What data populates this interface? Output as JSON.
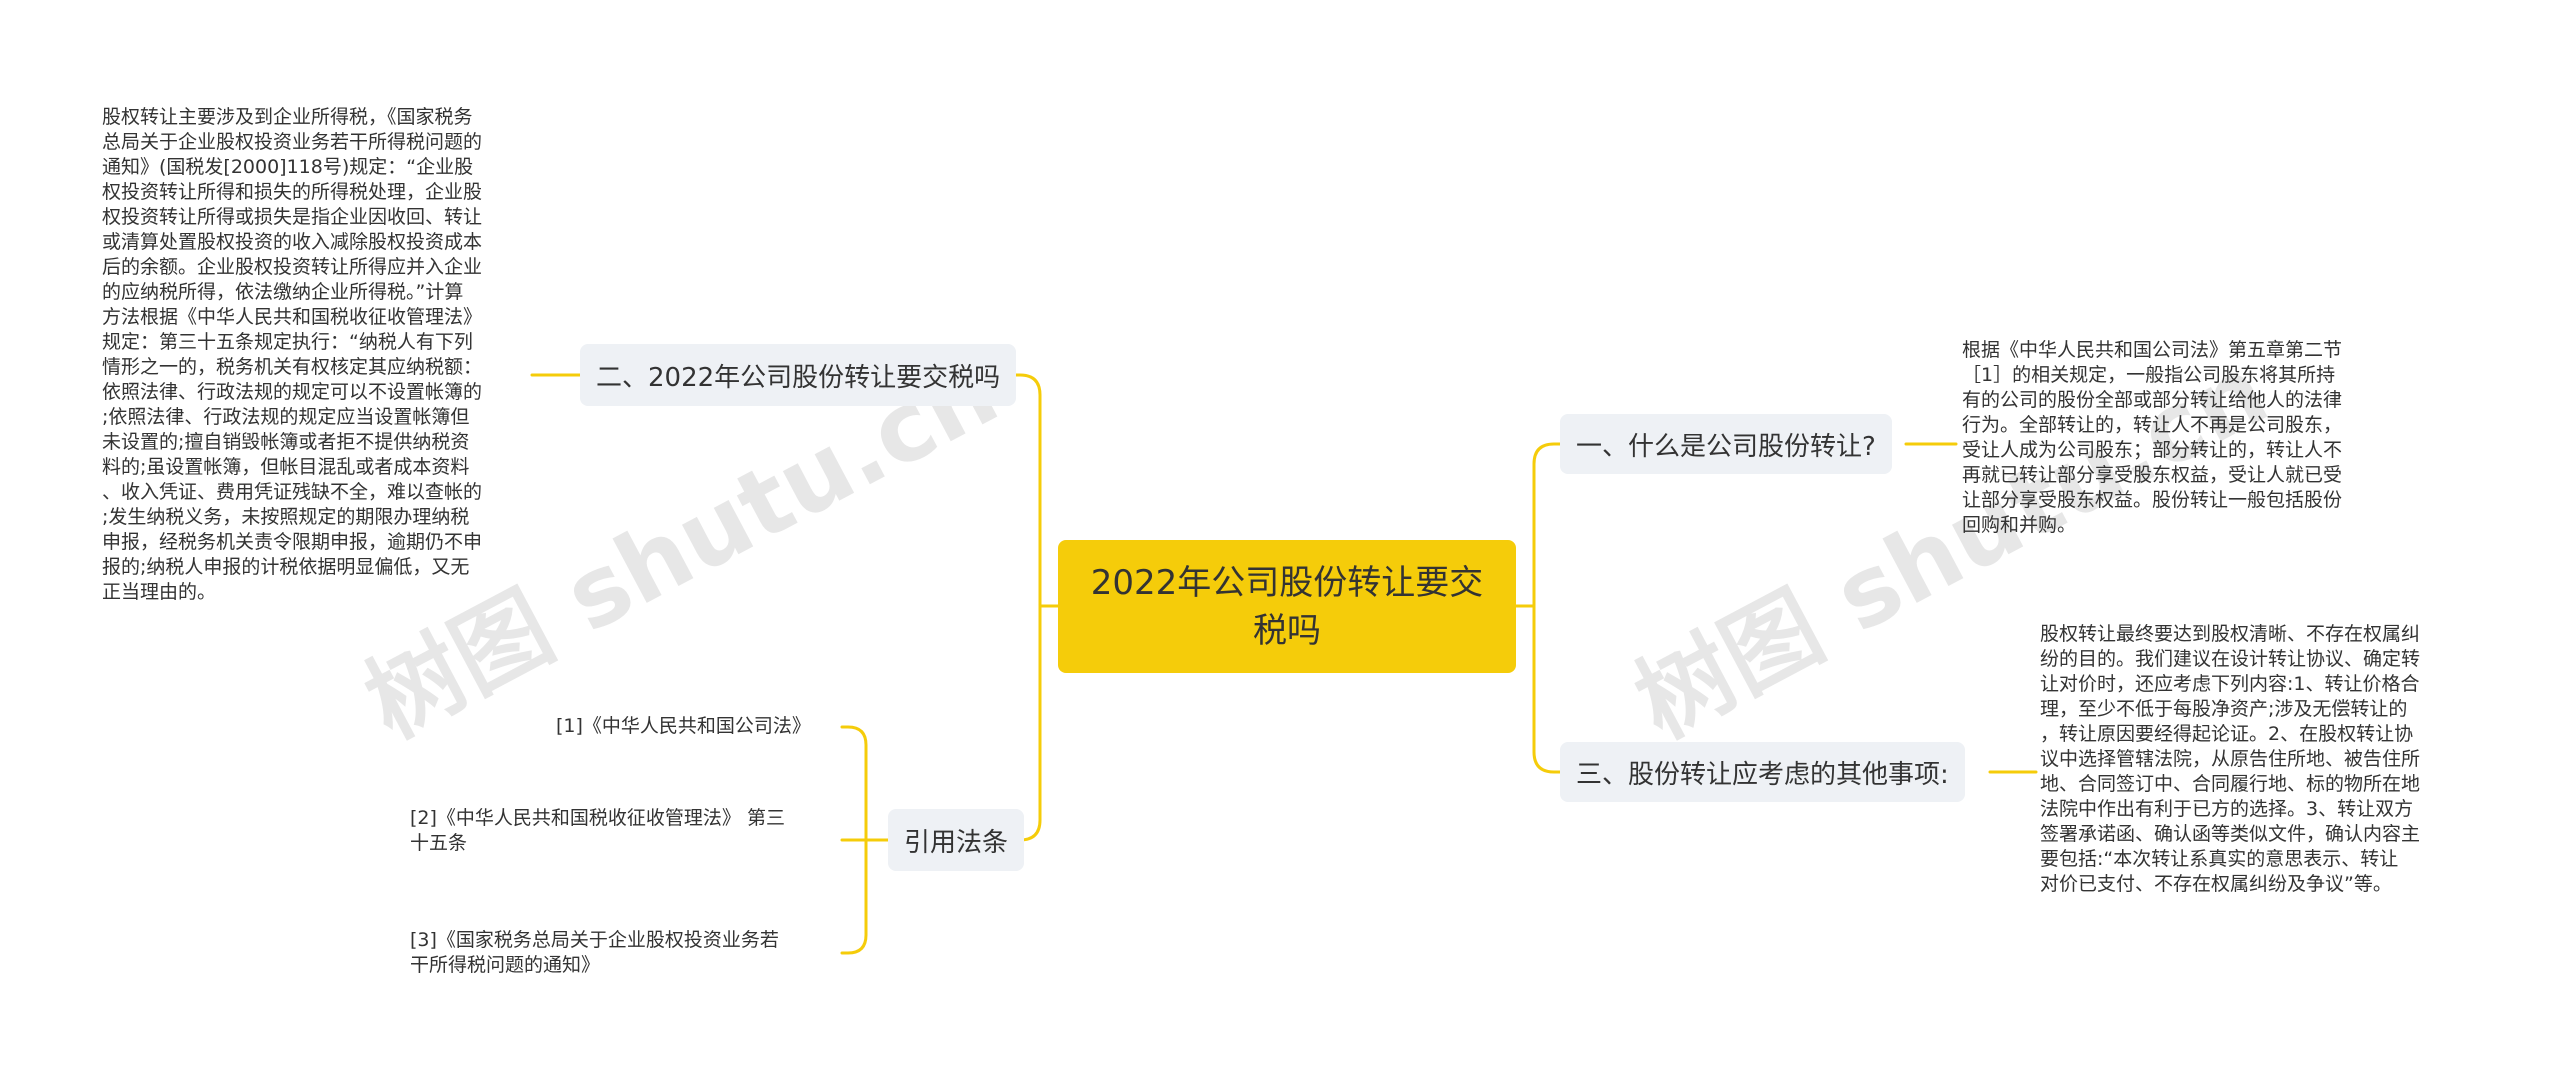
{
  "root": {
    "title": "2022年公司股份转让要交税吗"
  },
  "branches": {
    "tax": "二、2022年公司股份转让要交税吗",
    "law": "引用法条",
    "what": "一、什么是公司股份转让?",
    "consider": "三、股份转让应考虑的其他事项:"
  },
  "leaves": {
    "tax": "股权转让主要涉及到企业所得税，《国家税务\n总局关于企业股权投资业务若干所得税问题的\n通知》(国税发[2000]118号)规定：“企业股\n权投资转让所得和损失的所得税处理，企业股\n权投资转让所得或损失是指企业因收回、转让\n或清算处置股权投资的收入减除股权投资成本\n后的余额。企业股权投资转让所得应并入企业\n的应纳税所得，依法缴纳企业所得税。”计算\n方法根据《中华人民共和国税收征收管理法》\n规定：第三十五条规定执行：“纳税人有下列\n情形之一的，税务机关有权核定其应纳税额：\n依照法律、行政法规的规定可以不设置帐簿的\n;依照法律、行政法规的规定应当设置帐簿但\n未设置的;擅自销毁帐簿或者拒不提供纳税资\n料的;虽设置帐簿，但帐目混乱或者成本资料\n、收入凭证、费用凭证残缺不全，难以查帐的\n;发生纳税义务，未按照规定的期限办理纳税\n申报，经税务机关责令限期申报，逾期仍不申\n报的;纳税人申报的计税依据明显偏低，又无\n正当理由的。",
    "what": "根据《中华人民共和国公司法》第五章第二节\n［1］的相关规定，一般指公司股东将其所持\n有的公司的股份全部或部分转让给他人的法律\n行为。全部转让的，转让人不再是公司股东，\n受让人成为公司股东；部分转让的，转让人不\n再就已转让部分享受股东权益，受让人就已受\n让部分享受股东权益。股份转让一般包括股份\n回购和并购。",
    "consider": "股权转让最终要达到股权清晰、不存在权属纠\n纷的目的。我们建议在设计转让协议、确定转\n让对价时，还应考虑下列内容:1、转让价格合\n理，至少不低于每股净资产;涉及无偿转让的\n，转让原因要经得起论证。2、在股权转让协\n议中选择管辖法院，从原告住所地、被告住所\n地、合同签订中、合同履行地、标的物所在地\n法院中作出有利于已方的选择。3、转让双方\n签署承诺函、确认函等类似文件，确认内容主\n要包括:“本次转让系真实的意思表示、转让\n对价已支付、不存在权属纠纷及争议”等。"
  },
  "refs": [
    "[1]《中华人民共和国公司法》",
    "[2]《中华人民共和国税收征收管理法》 第三\n十五条",
    "[3]《国家税务总局关于企业股权投资业务若\n干所得税问题的通知》"
  ],
  "watermark": {
    "text": "树图 shutu.cn"
  },
  "colors": {
    "connector": "#f5cc0a",
    "root_bg": "#f5cc0a",
    "branch_bg": "#eef1f5"
  }
}
